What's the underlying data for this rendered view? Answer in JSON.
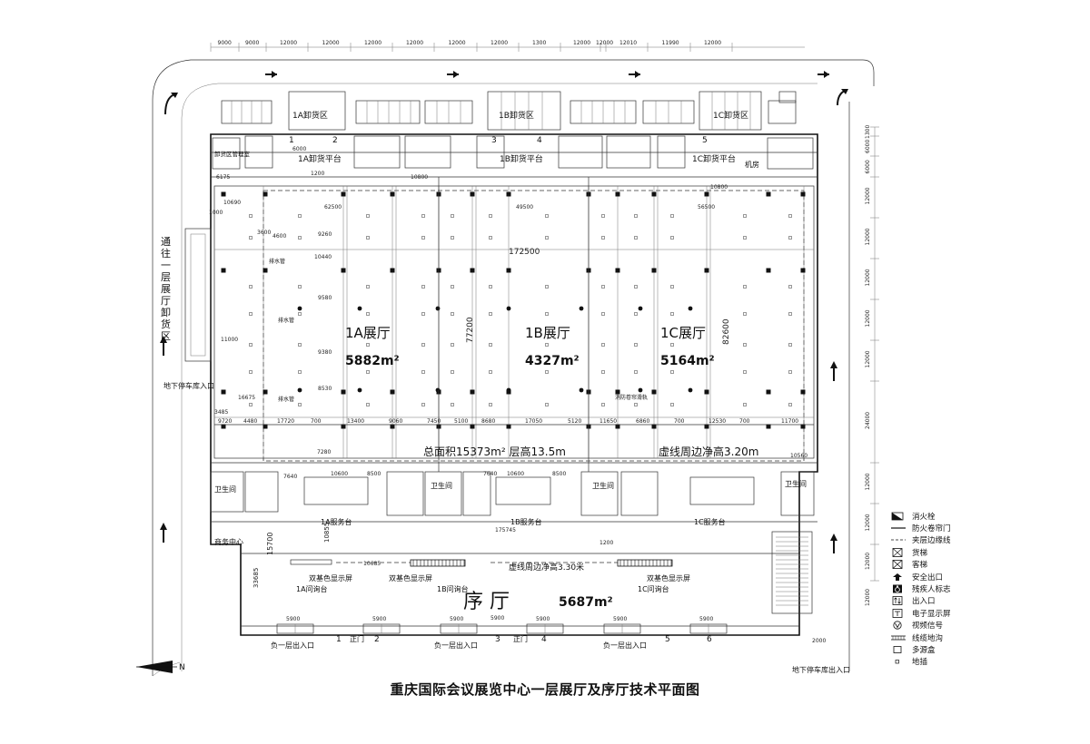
{
  "title": "重庆国际会议展览中心一层展厅及序厅技术平面图",
  "halls": [
    {
      "name": "1A展厅",
      "area": "5882m²"
    },
    {
      "name": "1B展厅",
      "area": "4327m²"
    },
    {
      "name": "1C展厅",
      "area": "5164m²"
    }
  ],
  "summary": {
    "total": "总面积15373m²  层高13.5m",
    "perimeter_height": "虚线周边净高3.20m"
  },
  "foyer": {
    "name": "序  厅",
    "area": "5687m²",
    "perimeter_height": "虚线周边净高3.30米"
  },
  "unloading": [
    "1A卸货区",
    "1B卸货区",
    "1C卸货区"
  ],
  "platforms": [
    "1A卸货平台",
    "1B卸货平台",
    "1C卸货平台"
  ],
  "service_desks": [
    "1A服务台",
    "1B服务台",
    "1C服务台"
  ],
  "enquiry_desks": [
    "1A问询台",
    "1B问询台",
    "1C问询台"
  ],
  "screens": [
    "双基色显示屏",
    "双基色显示屏",
    "双基色显示屏"
  ],
  "exits": [
    "负一层出入口",
    "负一层出入口",
    "负一层出入口"
  ],
  "main_doors": [
    "正门",
    "正门"
  ],
  "restroom": "卫生间",
  "business": "商务中心",
  "yard_office": "卸货区管理室",
  "machine_room": "机房",
  "drain_pipe": "排水管",
  "fire_rail": "消防卷帘滑轨",
  "side_label": "通往一层展厅卸货区",
  "parking_left": "地下停车库入口",
  "parking_right": "地下停车库出入口",
  "north": "N",
  "gate_numbers": [
    "1",
    "2",
    "3",
    "4",
    "5",
    "6"
  ],
  "dims": {
    "top": [
      "9000",
      "9000",
      "12000",
      "12000",
      "12000",
      "12000",
      "12000",
      "12000",
      "1300",
      "12000",
      "12000",
      "12010",
      "11990",
      "12000"
    ],
    "right": [
      "1300",
      "6000",
      "6000",
      "12000",
      "12000",
      "12000",
      "12000",
      "12000",
      "24000",
      "12000",
      "12000",
      "12000",
      "12000"
    ],
    "overall_w": "172500",
    "overall_h1": "77200",
    "overall_h2": "82600",
    "foyer_w": "175745",
    "foyer_h": "15700",
    "foyer_h2": "10855",
    "foyer_side": "33685",
    "a_w": "62500",
    "b_w": "49500",
    "c_w": "56500",
    "hall_bottom": [
      "9720",
      "4480",
      "17720",
      "700",
      "13400",
      "9060",
      "7450",
      "5100",
      "8680",
      "17050",
      "5120",
      "11650",
      "6860",
      "700",
      "12530",
      "700",
      "11700"
    ],
    "misc": [
      "6000",
      "1200",
      "10800",
      "10800",
      "16675",
      "3485",
      "7640",
      "10600",
      "8500",
      "7640",
      "10600",
      "8500",
      "5900",
      "2000",
      "1200",
      "10685",
      "1000",
      "6175",
      "10690",
      "10440",
      "9580",
      "9380",
      "8530",
      "11000",
      "7280",
      "9260",
      "10560",
      "3600",
      "4600"
    ]
  },
  "legend": [
    {
      "icon": "fire-hydrant-icon",
      "label": "消火栓"
    },
    {
      "icon": "fire-shutter-line-icon",
      "label": "防火卷帘门"
    },
    {
      "icon": "mezzanine-edge-line-icon",
      "label": "夹层边缘线"
    },
    {
      "icon": "freight-elevator-icon",
      "label": "货梯"
    },
    {
      "icon": "passenger-elevator-icon",
      "label": "客梯"
    },
    {
      "icon": "safety-exit-icon",
      "label": "安全出口"
    },
    {
      "icon": "accessible-sign-icon",
      "label": "残疾人标志"
    },
    {
      "icon": "entrance-exit-icon",
      "label": "出入口"
    },
    {
      "icon": "electronic-screen-icon",
      "label": "电子显示屏"
    },
    {
      "icon": "video-signal-icon",
      "label": "视频信号"
    },
    {
      "icon": "cable-trench-icon",
      "label": "线缆地沟"
    },
    {
      "icon": "power-box-icon",
      "label": "多源盒"
    },
    {
      "icon": "floor-socket-icon",
      "label": "地插"
    }
  ]
}
